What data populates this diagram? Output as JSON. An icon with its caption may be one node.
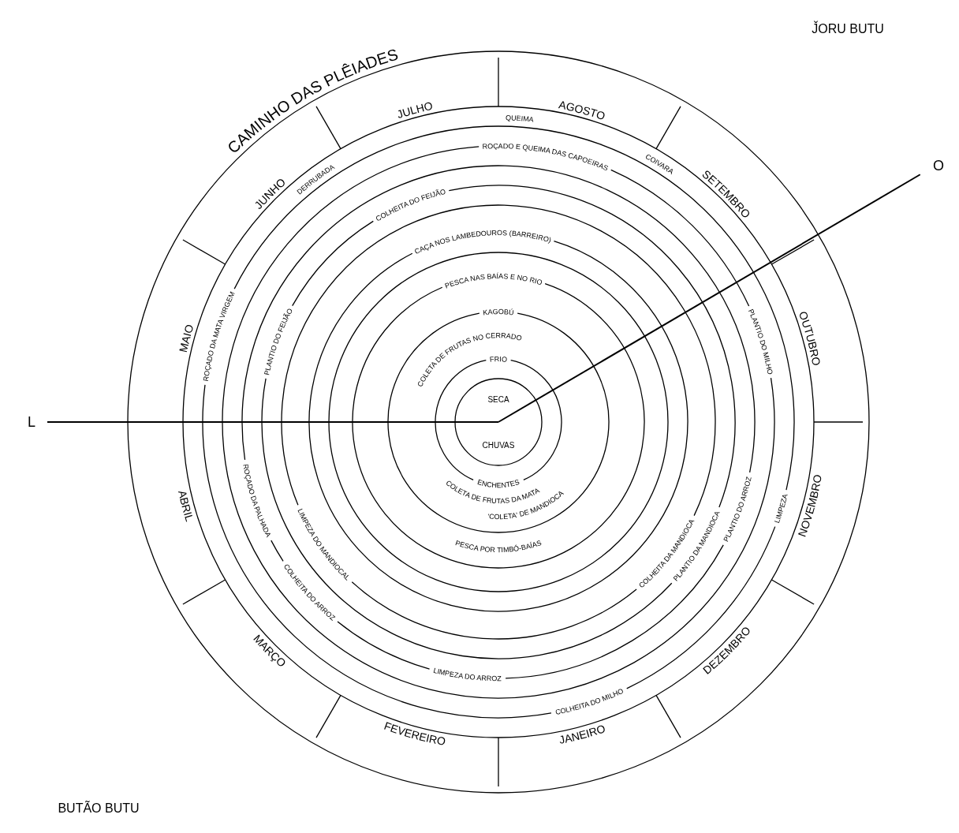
{
  "diagram": {
    "labels": [
      "CAMINHO DAS PLÊIADES",
      "J̌ORU BUTU",
      "JULHO",
      "AGOSTO",
      "QUEIMA",
      "ROÇADO E QUEIMA DAS CAPOEIRAS",
      "COIVARA",
      "DERRUBADA",
      "JUNHO",
      "SETEMBRO",
      "O",
      "COLHEITA DO FEIJÃO",
      "CAÇA NOS LAMBEDOUROS (BARREIRO)",
      "PLANTIO DO MILHO",
      "PESCA NAS BAÍAS E NO RIO",
      "MAIO",
      "ROÇADO DA MATA VIRGEM",
      "PLANTIO DO FEIJÃO",
      "COLETA DE FRUTAS NO CERRADO",
      "KAGOBÚ",
      "OUTUBRO",
      "FRIO",
      "SECA",
      "L",
      "CHUVAS",
      "ROÇADO DA PALHADA",
      "LIMPEZA DO MANDIOCAL",
      "ENCHENTES",
      "ABRIL",
      "PLANTIO DO ARROZ",
      "NOVEMBRO",
      "LIMPEZA",
      "COLETA DE FRUTAS DA MATA",
      "COLHEITA DA MANDIOCA",
      "'COLETA' DE MANDIOCA",
      "PLANTIO DA MANDIOCA",
      "PESCA POR TIMBÓ-BAÍAS",
      "COLHEITA DO ARROZ",
      "MARÇO",
      "DEZEMBRO",
      "LIMPEZA DO ARROZ",
      "COLHEITA DO MILHO",
      "FEVEREIRO",
      "JANEIRO",
      "BUTÃO BUTU"
    ]
  }
}
